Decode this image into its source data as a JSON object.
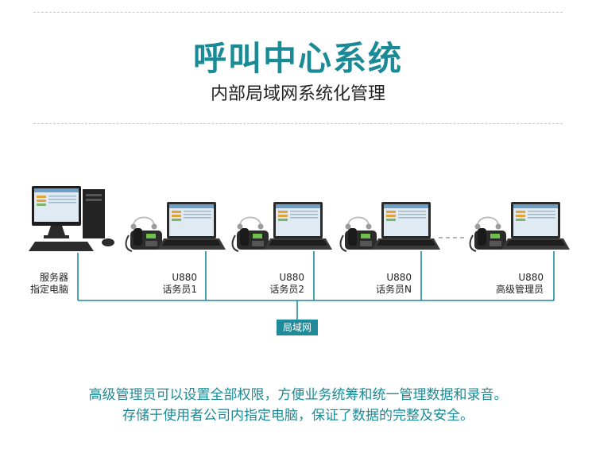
{
  "header": {
    "title": "呼叫中心系统",
    "subtitle": "内部局域网系统化管理"
  },
  "diagram": {
    "server": {
      "line1": "服务器",
      "line2": "指定电脑"
    },
    "stations": [
      {
        "model": "U880",
        "role": "话务员1"
      },
      {
        "model": "U880",
        "role": "话务员2"
      },
      {
        "model": "U880",
        "role": "话务员N"
      },
      {
        "model": "U880",
        "role": "高级管理员"
      }
    ],
    "network_label": "局域网",
    "colors": {
      "line": "#1f8a9a",
      "accent": "#1a8a96"
    }
  },
  "footer": {
    "line1": "高级管理员可以设置全部权限，方便业务统筹和统一管理数据和录音。",
    "line2": "存储于使用者公司内指定电脑，保证了数据的完整及安全。"
  }
}
